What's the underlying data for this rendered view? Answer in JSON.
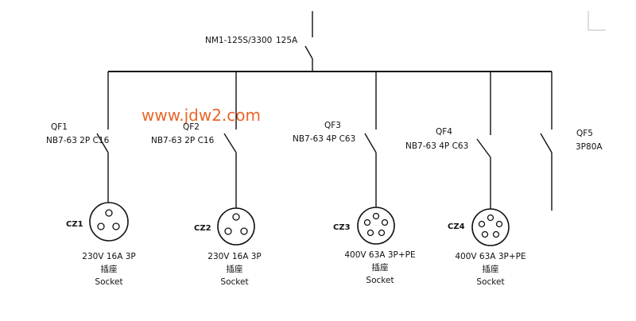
{
  "main_breaker": {
    "model": "NM1-125S/3300",
    "rating": "125A"
  },
  "watermark": "www.jdw2.com",
  "breakers": [
    {
      "id": "QF1",
      "spec": "NB7-63 2P C16"
    },
    {
      "id": "QF2",
      "spec": "NB7-63 2P C16"
    },
    {
      "id": "QF3",
      "spec": "NB7-63 4P C63"
    },
    {
      "id": "QF4",
      "spec": "NB7-63 4P C63"
    },
    {
      "id": "QF5",
      "spec": "3P80A"
    }
  ],
  "sockets": [
    {
      "id": "CZ1",
      "rating": "230V 16A 3P",
      "name_cn": "插座",
      "name_en": "Socket",
      "pins": 3
    },
    {
      "id": "CZ2",
      "rating": "230V 16A 3P",
      "name_cn": "插座",
      "name_en": "Socket",
      "pins": 3
    },
    {
      "id": "CZ3",
      "rating": "400V 63A 3P+PE",
      "name_cn": "插座",
      "name_en": "Socket",
      "pins": 5
    },
    {
      "id": "CZ4",
      "rating": "400V 63A 3P+PE",
      "name_cn": "插座",
      "name_en": "Socket",
      "pins": 5
    }
  ]
}
